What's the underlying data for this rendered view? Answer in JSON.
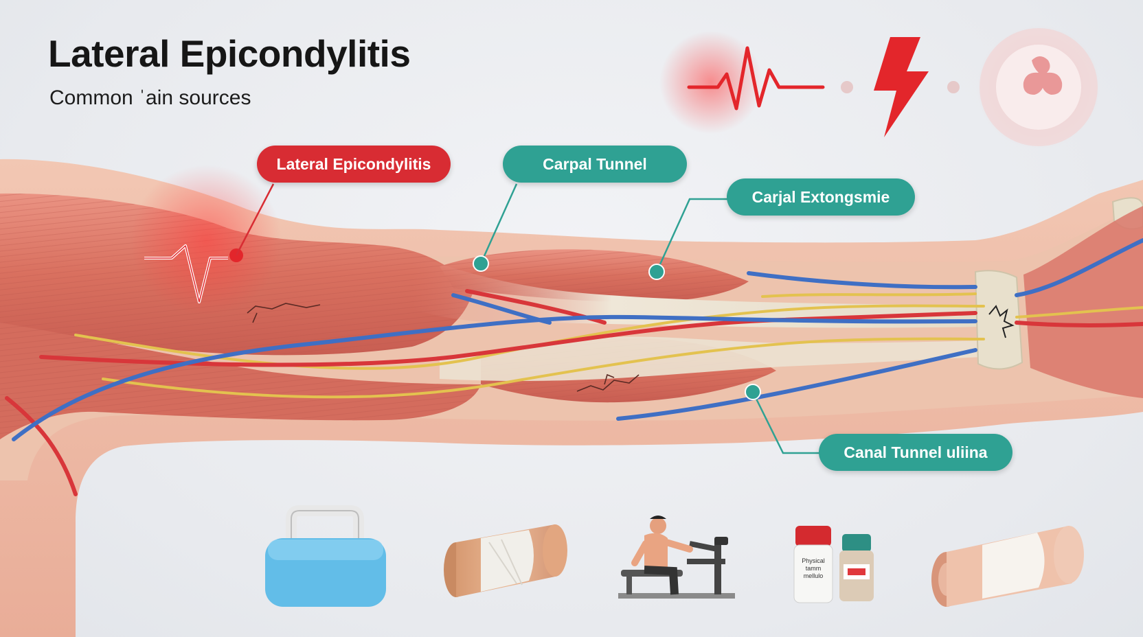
{
  "header": {
    "title": "Lateral Epicondylitis",
    "subtitle": "Common ˈain sources"
  },
  "labels": {
    "lateral": "Lateral Epicondylitis",
    "carpal": "Carpal Tunnel",
    "extensor": "Carjal Extongsmie",
    "canal": "Canal Tunnel uliina"
  },
  "icons": {
    "top": [
      "heartbeat-icon",
      "lightning-icon",
      "pain-circle-icon"
    ],
    "bottom": [
      "ice-pack-icon",
      "compression-sleeve-icon",
      "physical-therapy-icon",
      "medication-bottles-icon",
      "elastic-bandage-icon"
    ]
  },
  "bottle": {
    "label_text": "Physical tamm mellulo"
  },
  "colors": {
    "accent_red": "#d82c33",
    "accent_teal": "#2fa193",
    "muscle": "#e07f72",
    "tendon": "#ece4d4",
    "nerve": "#e0c04a",
    "artery": "#d8363a",
    "vein": "#3f6fc4"
  }
}
